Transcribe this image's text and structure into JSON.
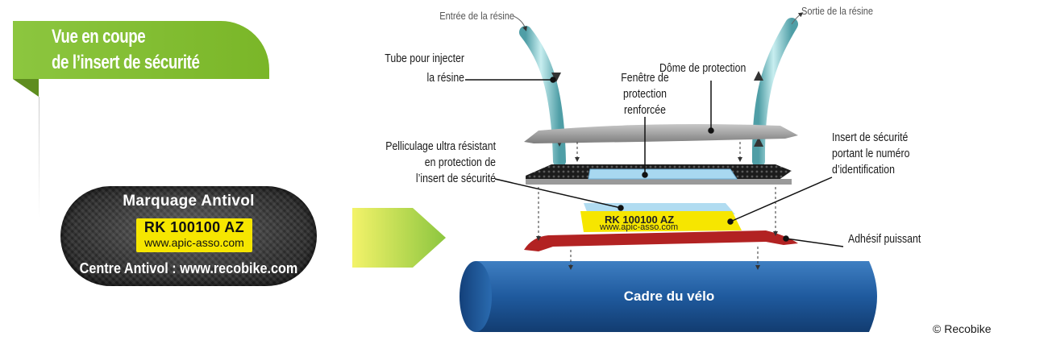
{
  "title": {
    "line1": "Vue en coupe",
    "line2": "de l’insert de sécurité"
  },
  "badge": {
    "title": "Marquage Antivol",
    "code": "RK 100100 AZ",
    "url": "www.apic-asso.com",
    "footer": "Centre Antivol : www.recobike.com"
  },
  "labels": {
    "resin_in": "Entrée de la résine",
    "resin_out": "Sortie de la résine",
    "tube_line1": "Tube pour injecter",
    "tube_line2": "la résine",
    "window_line1": "Fenêtre de",
    "window_line2": "protection",
    "window_line3": "renforcée",
    "dome": "Dôme de protection",
    "film_line1": "Pelliculage ultra résistant",
    "film_line2": "en protection de",
    "film_line3": "l’insert de sécurité",
    "insert_line1": "Insert de sécurité",
    "insert_line2": "portant le numéro",
    "insert_line3": "d’identification",
    "adhesive": "Adhésif puissant",
    "frame": "Cadre du vélo"
  },
  "copyright": "© Recobike",
  "colors": {
    "title_green": "#8cc63f",
    "plate_yellow": "#f6e600",
    "tube_cyan": "#7fc6cc",
    "dome_gray": "#9a9a9a",
    "adhesive_red": "#b22222",
    "frame_blue": "#1f5a9e",
    "film_blue": "#a8d8f0"
  }
}
